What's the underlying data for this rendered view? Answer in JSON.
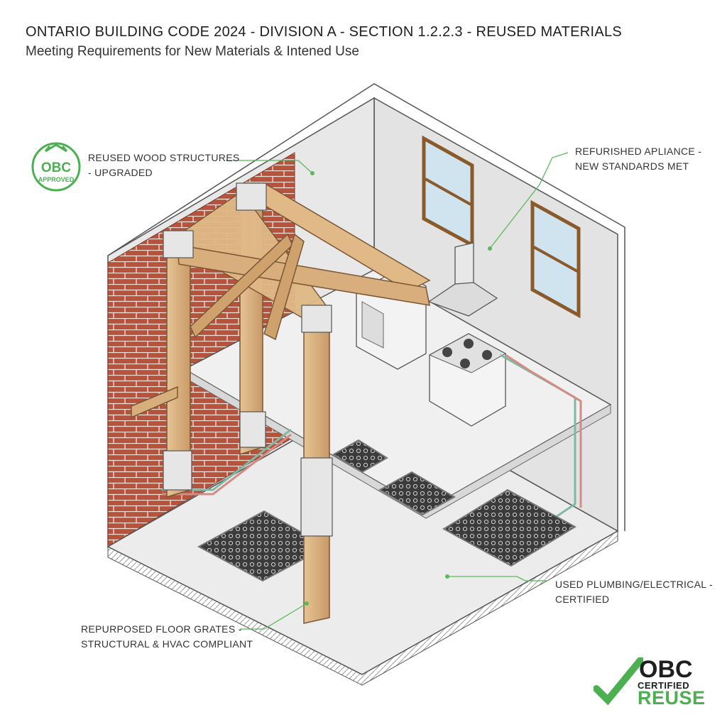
{
  "header": {
    "title": "ONTARIO BUILDING CODE 2024 - DIVISION A - SECTION 1.2.2.3 - REUSED MATERIALS",
    "subtitle": "Meeting Requirements for New Materials & Intened Use"
  },
  "callouts": {
    "wood": {
      "line1": "REUSED WOOD STRUCTURES",
      "line2": "- UPGRADED"
    },
    "appliance": {
      "line1": "REFURISHED APLIANCE -",
      "line2": "NEW STANDARDS MET"
    },
    "plumbing": {
      "line1": "USED PLUMBING/ELECTRICAL -",
      "line2": "CERTIFIED"
    },
    "grates": {
      "line1": "REPURPOSED FLOOR GRATES -",
      "line2": "STRUCTURAL & HVAC COMPLIANT"
    }
  },
  "badges": {
    "approved": {
      "top": "OBC",
      "bottom": "APPROVED",
      "icon": "recycle-icon"
    },
    "certified": {
      "line1": "OBC",
      "line2": "CERTIFIED",
      "line3": "REUSE",
      "icon": "checkmark-icon"
    }
  },
  "colors": {
    "accent_green": "#4caf50",
    "brick": "#b5533c",
    "wood": "#d8ae7c",
    "wall": "#e4e4e4",
    "floor": "#e8e8e8"
  }
}
